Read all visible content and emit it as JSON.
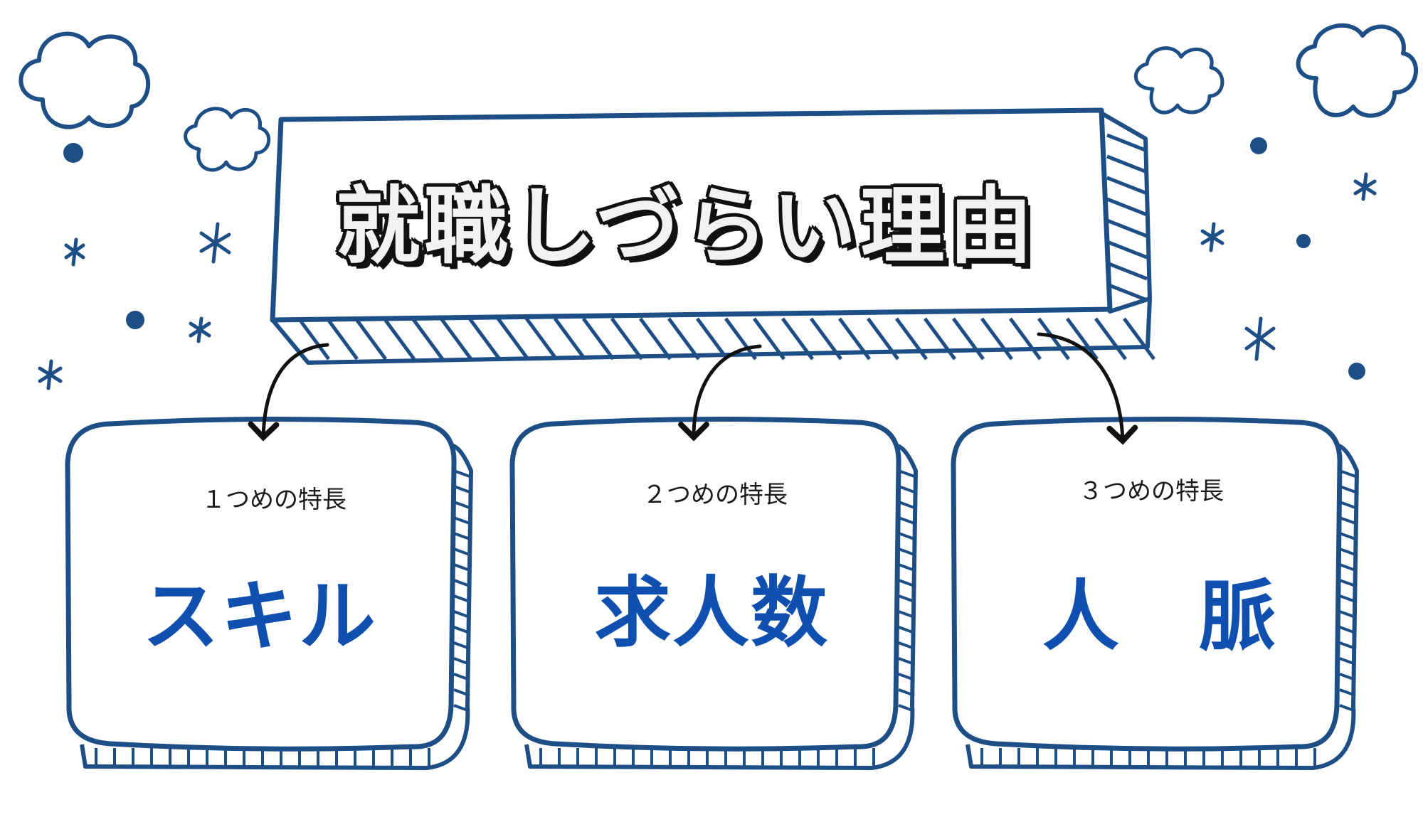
{
  "title": "就職しづらい理由",
  "colors": {
    "outline": "#1d4e86",
    "accent_text": "#0f4fb0",
    "arrow": "#111111"
  },
  "cards": [
    {
      "subtitle": "１つめの特長",
      "main": "スキル"
    },
    {
      "subtitle": "２つめの特長",
      "main": "求人数"
    },
    {
      "subtitle": "３つめの特長",
      "main": "人　脈"
    }
  ],
  "decorations": [
    "cloud-icon",
    "dot-icon",
    "sparkle-icon"
  ]
}
